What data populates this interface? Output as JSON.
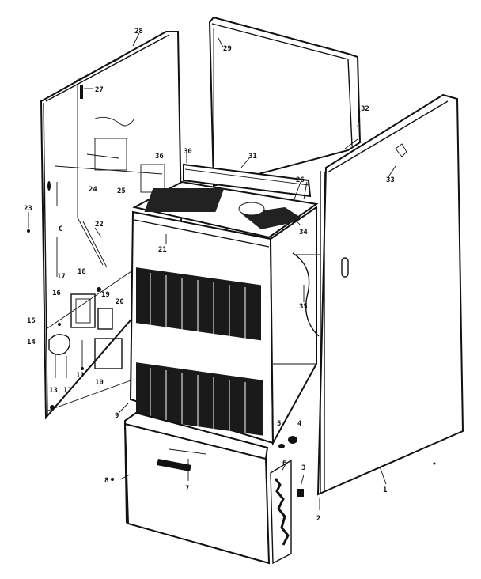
{
  "labels": {
    "p1": "1",
    "p2": "2",
    "p3": "3",
    "p4": "4",
    "p5": "5",
    "p6": "6",
    "p7": "7",
    "p8": "8",
    "p9": "9",
    "p10": "10",
    "p11": "11",
    "p12": "12",
    "p13": "13",
    "p14": "14",
    "p15": "15",
    "p16": "16",
    "p17": "17",
    "p18": "18",
    "p19": "19",
    "p20": "20",
    "p21": "21",
    "p22": "22",
    "p23": "23",
    "p24": "24",
    "p25": "25",
    "p26": "26",
    "p27": "27",
    "p28": "28",
    "p29": "29",
    "p30": "30",
    "p31": "31",
    "p32": "32",
    "p33": "33",
    "p34": "34",
    "p35": "35",
    "p36": "36",
    "c": "C"
  }
}
